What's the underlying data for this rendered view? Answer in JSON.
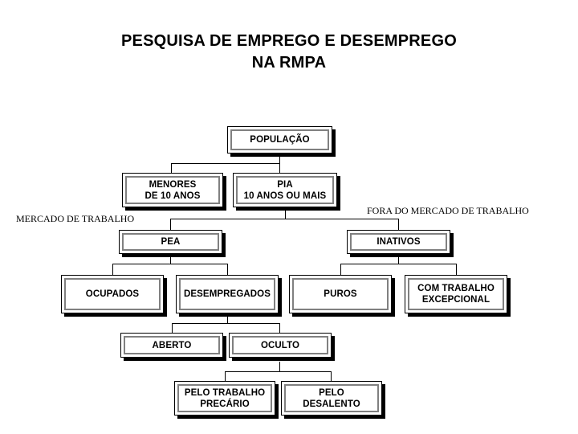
{
  "title": {
    "line1": "PESQUISA DE EMPREGO E DESEMPREGO",
    "line2": "NA RMPA"
  },
  "colors": {
    "background": "#ffffff",
    "text": "#000000",
    "box_fill": "#ffffff",
    "box_outer_border": "#000000",
    "box_inner_border": "#808080",
    "box_shadow": "#000000",
    "connector": "#000000"
  },
  "side_labels": {
    "left": "MERCADO DE TRABALHO",
    "right": "FORA DO MERCADO DE TRABALHO"
  },
  "nodes": {
    "populacao": {
      "label": "POPULAÇÃO"
    },
    "menores": {
      "label": "MENORES\nDE 10 ANOS"
    },
    "pia": {
      "label": "PIA\n10 ANOS OU MAIS"
    },
    "pea": {
      "label": "PEA"
    },
    "inativos": {
      "label": "INATIVOS"
    },
    "ocupados": {
      "label": "OCUPADOS"
    },
    "desempregados": {
      "label": "DESEMPREGADOS"
    },
    "puros": {
      "label": "PUROS"
    },
    "com_trabalho_excepcional": {
      "label": "COM TRABALHO\nEXCEPCIONAL"
    },
    "aberto": {
      "label": "ABERTO"
    },
    "oculto": {
      "label": "OCULTO"
    },
    "pelo_trabalho_precario": {
      "label": "PELO TRABALHO\nPRECÁRIO"
    },
    "pelo_desalento": {
      "label": "PELO\nDESALENTO"
    }
  },
  "hierarchy": [
    {
      "parent": "populacao",
      "children": [
        "menores",
        "pia"
      ]
    },
    {
      "parent": "pia",
      "children": [
        "pea",
        "inativos"
      ]
    },
    {
      "parent": "pea",
      "children": [
        "ocupados",
        "desempregados"
      ]
    },
    {
      "parent": "inativos",
      "children": [
        "puros",
        "com_trabalho_excepcional"
      ]
    },
    {
      "parent": "desempregados",
      "children": [
        "aberto",
        "oculto"
      ]
    },
    {
      "parent": "oculto",
      "children": [
        "pelo_trabalho_precario",
        "pelo_desalento"
      ]
    }
  ]
}
